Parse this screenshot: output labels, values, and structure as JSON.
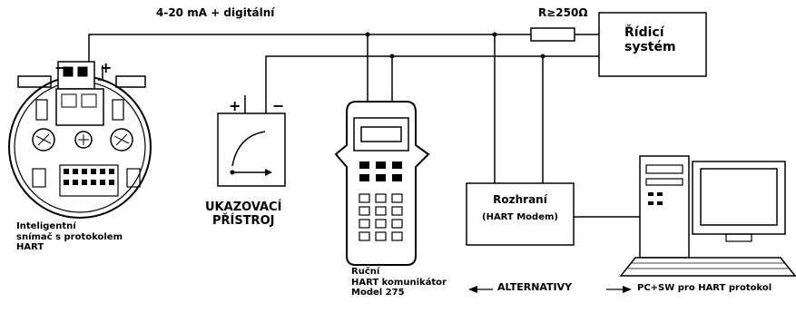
{
  "signal_label": "4-20 mA + digitální",
  "resistor_label": "R≥250Ω",
  "control_system": [
    "Řídicí",
    "systém"
  ],
  "plus_sign": "+",
  "minus_sign": "−",
  "transmitter_label": [
    "Inteligentní",
    "snímač s protokolem",
    "HART"
  ],
  "indicator_label": [
    "UKAZOVACÍ",
    "PŘÍSTROJ"
  ],
  "communicator_label": [
    "Ruční",
    "HART komunikátor",
    "Model 275"
  ],
  "interface_label": [
    "Rozhraní",
    "(HART Modem)"
  ],
  "alternatives_label": "ALTERNATIVY",
  "pc_label": "PC+SW pro HART protokol"
}
